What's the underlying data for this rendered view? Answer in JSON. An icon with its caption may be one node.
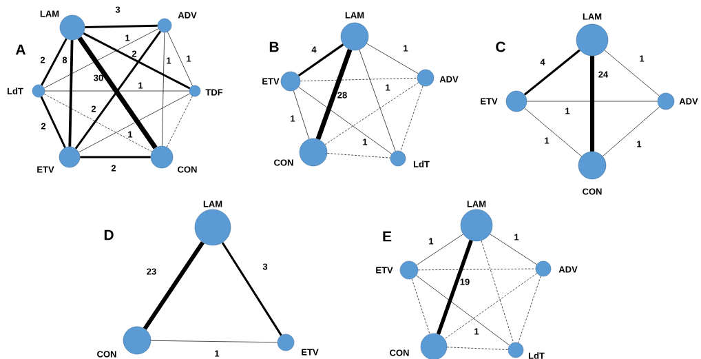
{
  "diagram": {
    "nodes": [
      {
        "text": [
          "LAM"
        ]
      },
      {
        "text": [
          "ADV"
        ]
      },
      {
        "text": [
          "LdT"
        ]
      },
      {
        "text": [
          "TDF"
        ]
      },
      {
        "text": [
          "ETV"
        ]
      },
      {
        "text": [
          "CON"
        ]
      },
      {
        "text": [
          "LAM"
        ]
      },
      {
        "text": [
          "ETV"
        ]
      },
      {
        "text": [
          "ADV"
        ]
      },
      {
        "text": [
          "CON"
        ]
      },
      {
        "text": [
          "LdT"
        ]
      },
      {
        "text": [
          "LAM"
        ]
      },
      {
        "text": [
          "ETV"
        ]
      },
      {
        "text": [
          "ADV"
        ]
      },
      {
        "text": [
          "CON"
        ]
      },
      {
        "text": [
          "LAM"
        ]
      },
      {
        "text": [
          "CON"
        ]
      },
      {
        "text": [
          "ETV"
        ]
      },
      {
        "text": [
          "LAM"
        ]
      },
      {
        "text": [
          "ETV"
        ]
      },
      {
        "text": [
          "ADV"
        ]
      },
      {
        "text": [
          "CON"
        ]
      },
      {
        "text": [
          "LdT"
        ]
      }
    ],
    "edges": [
      {
        "from": 0,
        "to": 1,
        "arrow": "none",
        "label": "3",
        "style": "thick"
      },
      {
        "from": 0,
        "to": 5,
        "arrow": "none",
        "label": "30",
        "style": "thick"
      },
      {
        "from": 0,
        "to": 4,
        "arrow": "none",
        "label": "8",
        "style": "thick"
      },
      {
        "from": 0,
        "to": 2,
        "arrow": "none",
        "label": "2",
        "style": "thick"
      },
      {
        "from": 0,
        "to": 3,
        "arrow": "none",
        "label": "2",
        "style": "thick"
      },
      {
        "from": 1,
        "to": 2,
        "arrow": "none",
        "label": "1"
      },
      {
        "from": 1,
        "to": 4,
        "arrow": "none",
        "label": "2",
        "style": "thick"
      },
      {
        "from": 1,
        "to": 5,
        "arrow": "none",
        "label": "1"
      },
      {
        "from": 1,
        "to": 3,
        "arrow": "none",
        "label": "1"
      },
      {
        "from": 2,
        "to": 3,
        "arrow": "none",
        "label": "1"
      },
      {
        "from": 2,
        "to": 4,
        "arrow": "none",
        "label": "2",
        "style": "thick"
      },
      {
        "from": 2,
        "to": 5,
        "arrow": "none",
        "style": "dashed"
      },
      {
        "from": 3,
        "to": 4,
        "arrow": "none",
        "label": "1"
      },
      {
        "from": 3,
        "to": 5,
        "arrow": "none",
        "style": "dashed"
      },
      {
        "from": 4,
        "to": 5,
        "arrow": "none",
        "label": "2",
        "style": "thick"
      },
      {
        "from": 6,
        "to": 7,
        "arrow": "none",
        "label": "4",
        "style": "thick"
      },
      {
        "from": 6,
        "to": 9,
        "arrow": "none",
        "label": "28",
        "style": "thick"
      },
      {
        "from": 6,
        "to": 8,
        "arrow": "none",
        "label": "1"
      },
      {
        "from": 6,
        "to": 10,
        "arrow": "none",
        "label": "1"
      },
      {
        "from": 7,
        "to": 8,
        "arrow": "none",
        "style": "dashed"
      },
      {
        "from": 7,
        "to": 9,
        "arrow": "none",
        "label": "1"
      },
      {
        "from": 7,
        "to": 10,
        "arrow": "none",
        "label": "1"
      },
      {
        "from": 8,
        "to": 9,
        "arrow": "none",
        "style": "dashed"
      },
      {
        "from": 8,
        "to": 10,
        "arrow": "none",
        "style": "dashed"
      },
      {
        "from": 9,
        "to": 10,
        "arrow": "none",
        "style": "dashed"
      },
      {
        "from": 11,
        "to": 12,
        "arrow": "none",
        "label": "4",
        "style": "thick"
      },
      {
        "from": 11,
        "to": 14,
        "arrow": "none",
        "label": "24",
        "style": "thick"
      },
      {
        "from": 11,
        "to": 13,
        "arrow": "none",
        "label": "1"
      },
      {
        "from": 12,
        "to": 13,
        "arrow": "none",
        "label": "1"
      },
      {
        "from": 12,
        "to": 14,
        "arrow": "none",
        "label": "1"
      },
      {
        "from": 13,
        "to": 14,
        "arrow": "none",
        "label": "1"
      },
      {
        "from": 15,
        "to": 16,
        "arrow": "none",
        "label": "23",
        "style": "thick"
      },
      {
        "from": 15,
        "to": 17,
        "arrow": "none",
        "label": "3",
        "style": "thick"
      },
      {
        "from": 16,
        "to": 17,
        "arrow": "none",
        "label": "1"
      },
      {
        "from": 18,
        "to": 19,
        "arrow": "none",
        "label": "1"
      },
      {
        "from": 18,
        "to": 20,
        "arrow": "none",
        "label": "1"
      },
      {
        "from": 18,
        "to": 21,
        "arrow": "none",
        "label": "19",
        "style": "thick"
      },
      {
        "from": 18,
        "to": 22,
        "arrow": "none",
        "style": "dashed"
      },
      {
        "from": 19,
        "to": 20,
        "arrow": "none",
        "style": "dashed"
      },
      {
        "from": 19,
        "to": 21,
        "arrow": "none",
        "style": "dashed"
      },
      {
        "from": 19,
        "to": 22,
        "arrow": "none",
        "label": "1"
      },
      {
        "from": 20,
        "to": 21,
        "arrow": "none",
        "style": "dashed"
      },
      {
        "from": 20,
        "to": 22,
        "arrow": "none",
        "style": "dashed"
      },
      {
        "from": 21,
        "to": 22,
        "arrow": "none",
        "style": "dashed"
      }
    ],
    "labels": [
      "A",
      "B",
      "C",
      "D",
      "E"
    ]
  }
}
